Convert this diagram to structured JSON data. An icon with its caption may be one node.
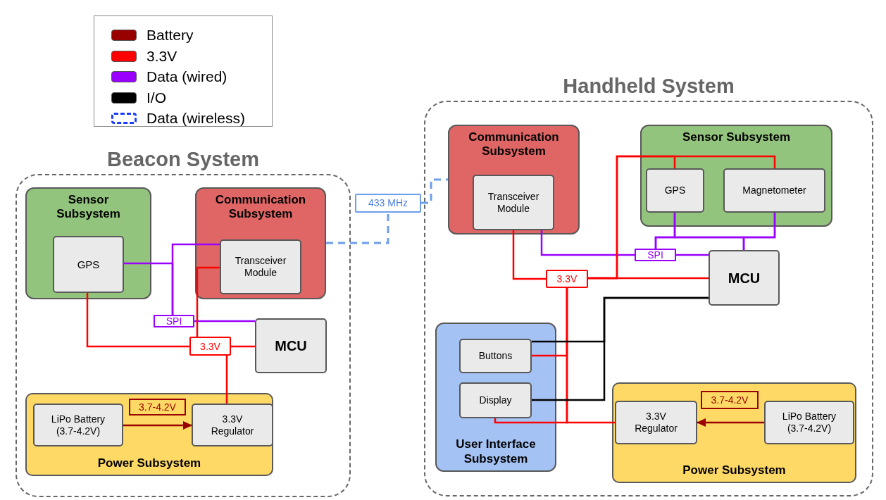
{
  "diagram": {
    "nodes": [
      {
        "text": [
          "Beacon System"
        ]
      },
      {
        "text": [
          "Sensor Subsystem"
        ],
        "in": 0
      },
      {
        "text": [
          "GPS"
        ],
        "in": 1
      },
      {
        "text": [
          "Communication Subsystem"
        ],
        "in": 0
      },
      {
        "text": [
          "Transceiver Module"
        ],
        "in": 3
      },
      {
        "text": [
          "SPI"
        ],
        "in": 0
      },
      {
        "text": [
          "3.3V"
        ],
        "in": 0
      },
      {
        "text": [
          "MCU"
        ],
        "in": 0
      },
      {
        "text": [
          "Power Subsystem"
        ],
        "in": 0
      },
      {
        "text": [
          "LiPo Battery (3.7-4.2V)"
        ],
        "in": 8
      },
      {
        "text": [
          "3.3V Regulator"
        ],
        "in": 8
      },
      {
        "text": [
          "433 MHz"
        ]
      },
      {
        "text": [
          "Handheld System"
        ]
      },
      {
        "text": [
          "Communication Subsystem"
        ],
        "in": 12
      },
      {
        "text": [
          "Transceiver Module"
        ],
        "in": 13
      },
      {
        "text": [
          "Sensor Subsystem"
        ],
        "in": 12
      },
      {
        "text": [
          "GPS"
        ],
        "in": 15
      },
      {
        "text": [
          "Magnetometer"
        ],
        "in": 15
      },
      {
        "text": [
          "SPI"
        ],
        "in": 12
      },
      {
        "text": [
          "3.3V"
        ],
        "in": 12
      },
      {
        "text": [
          "MCU"
        ],
        "in": 12
      },
      {
        "text": [
          "User Interface Subsystem"
        ],
        "in": 12
      },
      {
        "text": [
          "Buttons"
        ],
        "in": 21
      },
      {
        "text": [
          "Display"
        ],
        "in": 21
      },
      {
        "text": [
          "Power Subsystem"
        ],
        "in": 12
      },
      {
        "text": [
          "3.3V Regulator"
        ],
        "in": 24
      },
      {
        "text": [
          "LiPo Battery (3.7-4.2V)"
        ],
        "in": 24
      }
    ],
    "edges": [
      {
        "from": 2,
        "to": 5,
        "arrow": "none",
        "color": "#9900ff"
      },
      {
        "from": 4,
        "to": 5,
        "arrow": "none",
        "color": "#9900ff"
      },
      {
        "from": 5,
        "to": 7,
        "arrow": "none",
        "color": "#9900ff"
      },
      {
        "from": 2,
        "to": 6,
        "arrow": "none",
        "color": "#ff0000"
      },
      {
        "from": 4,
        "to": 6,
        "arrow": "none",
        "color": "#ff0000"
      },
      {
        "from": 6,
        "to": 7,
        "arrow": "none",
        "color": "#ff0000"
      },
      {
        "from": 6,
        "to": 10,
        "arrow": "none",
        "color": "#ff0000"
      },
      {
        "from": 9,
        "to": 10,
        "arrow": "to",
        "label": "3.7-4.2V",
        "color": "#990000"
      },
      {
        "from": 3,
        "to": 11,
        "arrow": "none",
        "style": "dashed",
        "color": "#6d9eeb"
      },
      {
        "from": 11,
        "to": 13,
        "arrow": "none",
        "style": "dashed",
        "color": "#6d9eeb"
      },
      {
        "from": 14,
        "to": 18,
        "arrow": "none",
        "color": "#9900ff"
      },
      {
        "from": 18,
        "to": 20,
        "arrow": "none",
        "color": "#9900ff"
      },
      {
        "from": 16,
        "to": 20,
        "arrow": "none",
        "color": "#9900ff"
      },
      {
        "from": 17,
        "to": 20,
        "arrow": "none",
        "color": "#9900ff"
      },
      {
        "from": 16,
        "to": 18,
        "arrow": "none",
        "color": "#9900ff"
      },
      {
        "from": 17,
        "to": 18,
        "arrow": "none",
        "color": "#9900ff"
      },
      {
        "from": 14,
        "to": 19,
        "arrow": "none",
        "color": "#ff0000"
      },
      {
        "from": 19,
        "to": 20,
        "arrow": "none",
        "color": "#ff0000"
      },
      {
        "from": 19,
        "to": 16,
        "arrow": "none",
        "color": "#ff0000"
      },
      {
        "from": 19,
        "to": 17,
        "arrow": "none",
        "color": "#ff0000"
      },
      {
        "from": 19,
        "to": 22,
        "arrow": "none",
        "color": "#ff0000"
      },
      {
        "from": 19,
        "to": 23,
        "arrow": "none",
        "color": "#ff0000"
      },
      {
        "from": 19,
        "to": 25,
        "arrow": "none",
        "color": "#ff0000"
      },
      {
        "from": 20,
        "to": 22,
        "arrow": "none",
        "color": "#000000"
      },
      {
        "from": 20,
        "to": 23,
        "arrow": "none",
        "color": "#000000"
      },
      {
        "from": 26,
        "to": 25,
        "arrow": "to",
        "label": "3.7-4.2V",
        "color": "#990000"
      }
    ],
    "legend": [
      {
        "text": "Battery",
        "color": "#990000"
      },
      {
        "text": "3.3V",
        "color": "#ff0000"
      },
      {
        "text": "Data (wired)",
        "color": "#9900ff"
      },
      {
        "text": "I/O",
        "color": "#000000"
      },
      {
        "text": "Data (wireless)"
      }
    ]
  }
}
